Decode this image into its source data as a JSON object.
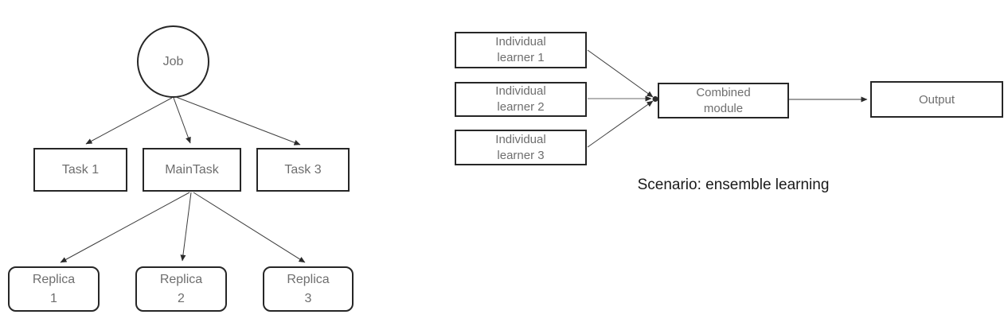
{
  "left_diagram": {
    "title": "job-task-replica-tree",
    "job": {
      "label": "Job"
    },
    "tasks": [
      {
        "label": "Task 1"
      },
      {
        "label": "MainTask"
      },
      {
        "label": "Task 3"
      }
    ],
    "replicas": [
      {
        "line1": "Replica",
        "line2": "1"
      },
      {
        "line1": "Replica",
        "line2": "2"
      },
      {
        "line1": "Replica",
        "line2": "3"
      }
    ]
  },
  "right_diagram": {
    "title": "ensemble-learning-flow",
    "learners": [
      {
        "line1": "Individual",
        "line2": "learner 1"
      },
      {
        "line1": "Individual",
        "line2": "learner 2"
      },
      {
        "line1": "Individual",
        "line2": "learner 3"
      }
    ],
    "combined": {
      "line1": "Combined",
      "line2": "module"
    },
    "output": {
      "label": "Output"
    },
    "caption": "Scenario: ensemble learning"
  },
  "colors": {
    "background": "#ffffff",
    "node_border": "#262626",
    "node_label": "#6e6e6e",
    "caption_text": "#1a1a1a",
    "edge": "#3d3d3d"
  }
}
